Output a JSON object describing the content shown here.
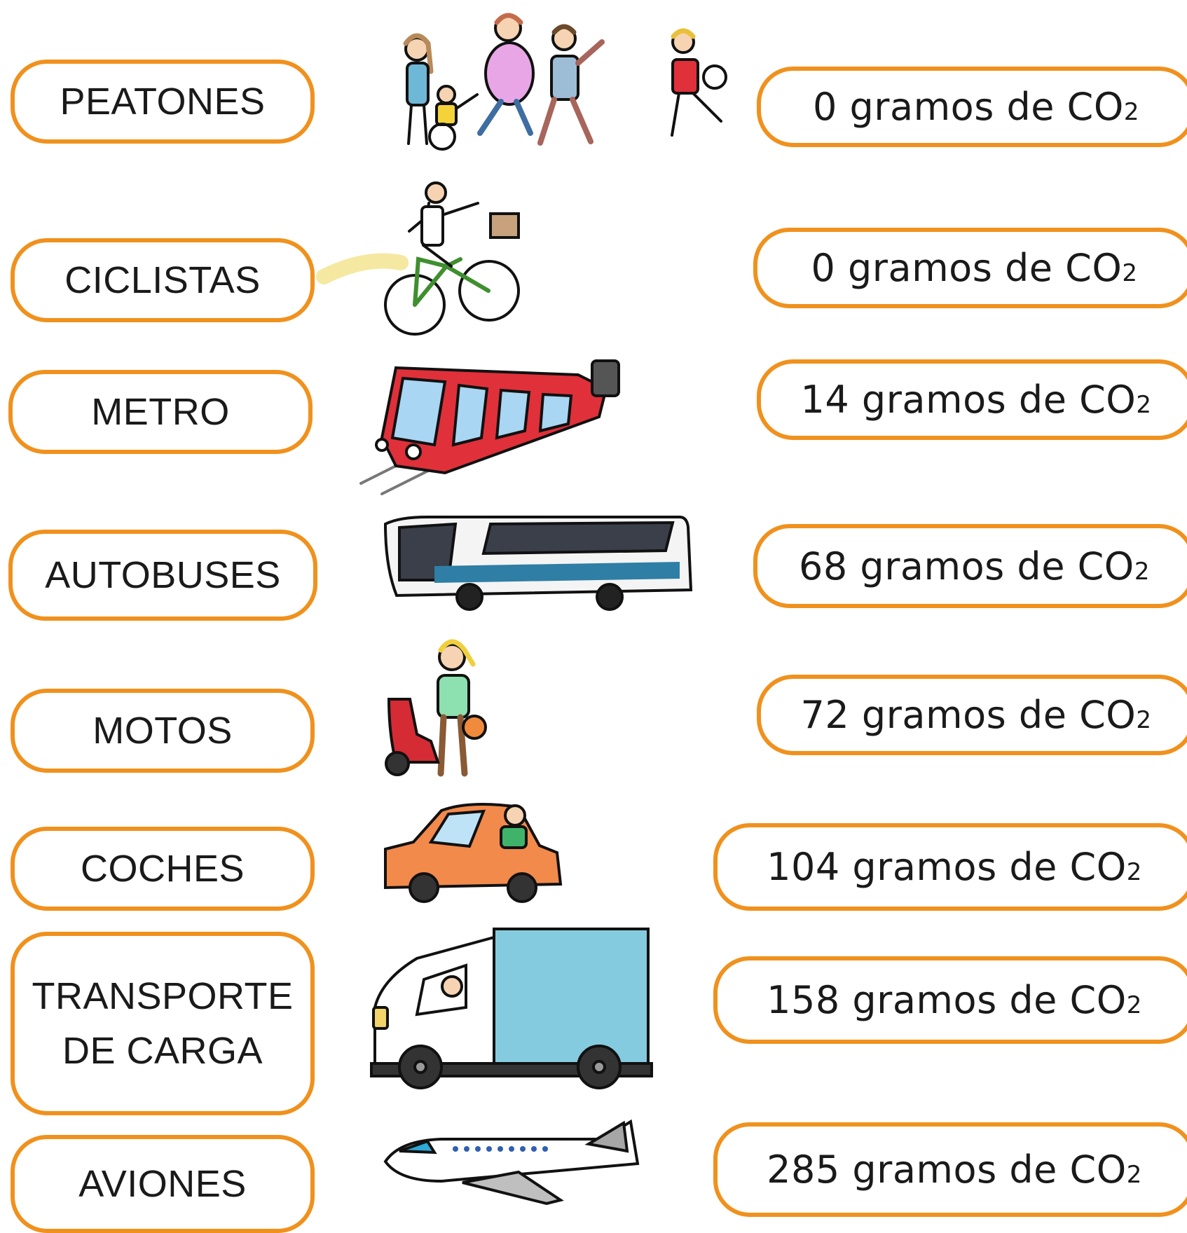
{
  "rows": [
    {
      "label": "PEATONES",
      "value": "0",
      "icon": "pedestrians-icon"
    },
    {
      "label": "CICLISTAS",
      "value": "0",
      "icon": "bicycle-icon"
    },
    {
      "label": "METRO",
      "value": "14",
      "icon": "metro-train-icon"
    },
    {
      "label": "AUTOBUSES",
      "value": "68",
      "icon": "bus-icon"
    },
    {
      "label": "MOTOS",
      "value": "72",
      "icon": "scooter-icon"
    },
    {
      "label": "COCHES",
      "value": "104",
      "icon": "car-icon"
    },
    {
      "label": "TRANSPORTE DE CARGA",
      "label_line1": "TRANSPORTE",
      "label_line2": "DE CARGA",
      "value": "158",
      "icon": "truck-icon"
    },
    {
      "label": "AVIONES",
      "value": "285",
      "icon": "airplane-icon"
    }
  ],
  "unit_text": "gramos de CO",
  "unit_subscript": "2",
  "colors": {
    "border": "#f0911d",
    "text": "#1a1a1a"
  }
}
